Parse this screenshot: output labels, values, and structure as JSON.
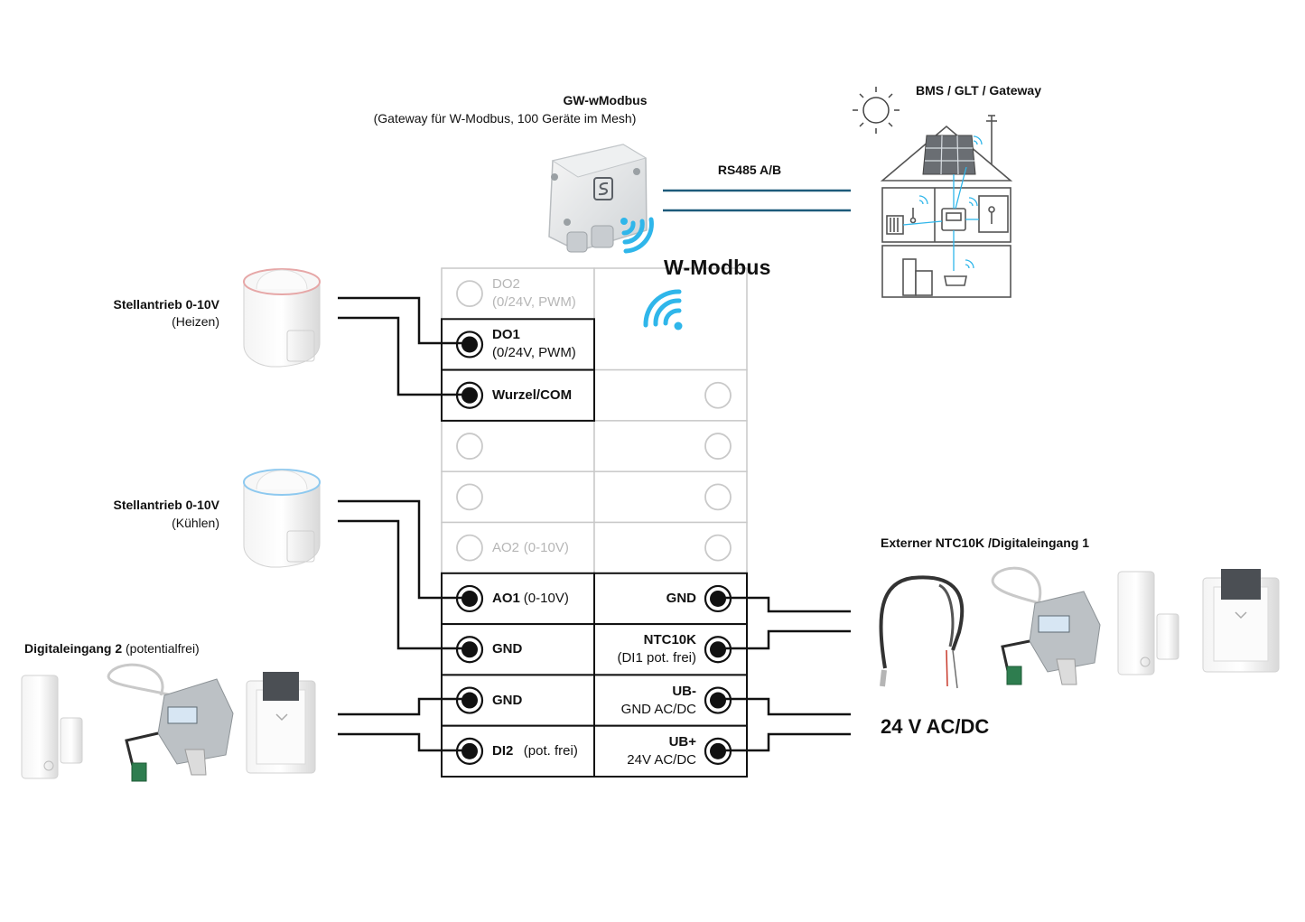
{
  "gateway": {
    "title": "GW-wModbus",
    "subtitle": "(Gateway für W-Modbus, 100 Geräte im Mesh)"
  },
  "bms": {
    "title": "BMS / GLT / Gateway"
  },
  "bus": {
    "label": "RS485 A/B"
  },
  "wmodbus": {
    "label": "W-Modbus"
  },
  "actuator_heat": {
    "title": "Stellantrieb 0-10V",
    "sub": "(Heizen)"
  },
  "actuator_cool": {
    "title": "Stellantrieb 0-10V",
    "sub": "(Kühlen)"
  },
  "di2_group": {
    "title": "Digitaleingang 2",
    "sub": "(potentialfrei)"
  },
  "ext_group": {
    "title": "Externer NTC10K /Digitaleingang 1"
  },
  "supply": {
    "label": "24 V AC/DC"
  },
  "module": {
    "left": [
      {
        "name": "DO2",
        "sub": "(0/24V, PWM)",
        "active": false
      },
      {
        "name": "DO1",
        "sub": "(0/24V, PWM)",
        "active": true
      },
      {
        "name": "Wurzel/COM",
        "sub": "",
        "active": true
      },
      {
        "name": "",
        "sub": "",
        "active": false
      },
      {
        "name": "",
        "sub": "",
        "active": false
      },
      {
        "name": "AO2",
        "sub": "(0-10V)",
        "active": false
      },
      {
        "name": "AO1",
        "sub": "(0-10V)",
        "active": true
      },
      {
        "name": "GND",
        "sub": "",
        "active": true
      },
      {
        "name": "GND",
        "sub": "",
        "active": true
      },
      {
        "name": "DI2",
        "sub": "(pot. frei)",
        "active": true
      }
    ],
    "right": [
      {
        "name": "",
        "sub": "",
        "active": false
      },
      {
        "name": "",
        "sub": "",
        "active": false
      },
      {
        "name": "",
        "sub": "",
        "active": false
      },
      {
        "name": "",
        "sub": "",
        "active": false
      },
      {
        "name": "",
        "sub": "",
        "active": false
      },
      {
        "name": "",
        "sub": "",
        "active": false
      },
      {
        "name": "GND",
        "sub": "",
        "active": true
      },
      {
        "name": "NTC10K",
        "sub": "(DI1 pot. frei)",
        "active": true
      },
      {
        "name": "UB-",
        "sub": "GND AC/DC",
        "active": true
      },
      {
        "name": "UB+",
        "sub": "24V AC/DC",
        "active": true
      }
    ]
  },
  "colors": {
    "bus": "#1c5a7a",
    "wifi": "#2fb6ea",
    "dim_border": "#c9c9c9",
    "line": "#111111"
  },
  "icons": [
    "sun-icon",
    "house-icon",
    "solar-panel-icon",
    "wifi-icon",
    "gateway-device-icon",
    "actuator-icon",
    "door-contact-icon",
    "keycard-switch-icon",
    "ntc-sensor-cable-icon",
    "pipe-sensor-icon"
  ]
}
